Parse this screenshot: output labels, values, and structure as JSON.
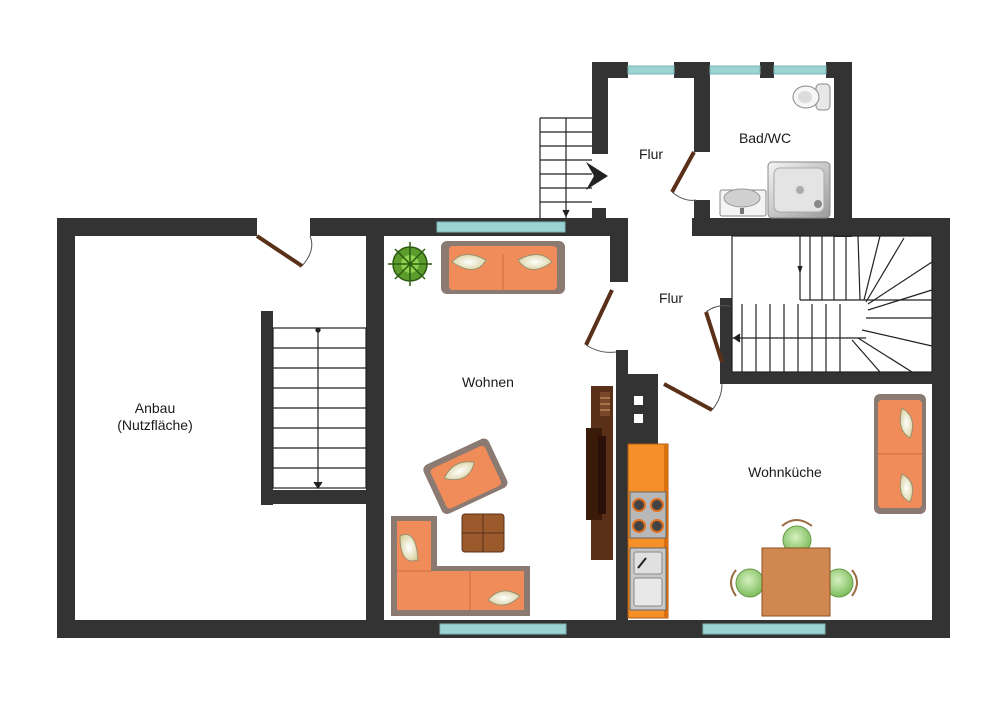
{
  "rooms": {
    "flur_upper": "Flur",
    "bad_wc": "Bad/WC",
    "flur_lower": "Flur",
    "wohnen": "Wohnen",
    "anbau_line1": "Anbau",
    "anbau_line2": "(Nutzfläche)",
    "wohnkueche": "Wohnküche"
  },
  "colors": {
    "wall": "#333333",
    "window": "#9cd3d3",
    "sofa": "#f08c5a",
    "cushion": "#f2ecc4",
    "wood_dark": "#5a3018",
    "table": "#d08850",
    "counter": "#f59028",
    "chair": "#a7d88a",
    "plant": "#5c9c2c"
  },
  "icons": [
    "stairs-icon",
    "door-icon",
    "sofa-icon",
    "plant-icon",
    "toilet-icon",
    "bathtub-icon",
    "sink-icon",
    "stove-icon",
    "kitchen-sink-icon",
    "dining-table-icon",
    "chair-icon",
    "coffee-table-icon",
    "tv-cabinet-icon",
    "arrow-icon"
  ]
}
